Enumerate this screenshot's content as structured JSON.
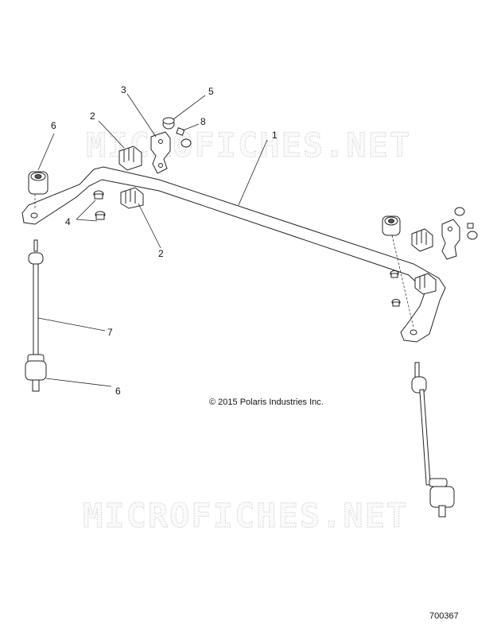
{
  "watermark": "MICROFICHES.NET",
  "copyright": "© 2015 Polaris Industries Inc.",
  "page_id": "700367",
  "callouts": {
    "c1": "1",
    "c2a": "2",
    "c2b": "2",
    "c3": "3",
    "c4": "4",
    "c5": "5",
    "c6a": "6",
    "c6b": "6",
    "c7": "7",
    "c8": "8"
  }
}
